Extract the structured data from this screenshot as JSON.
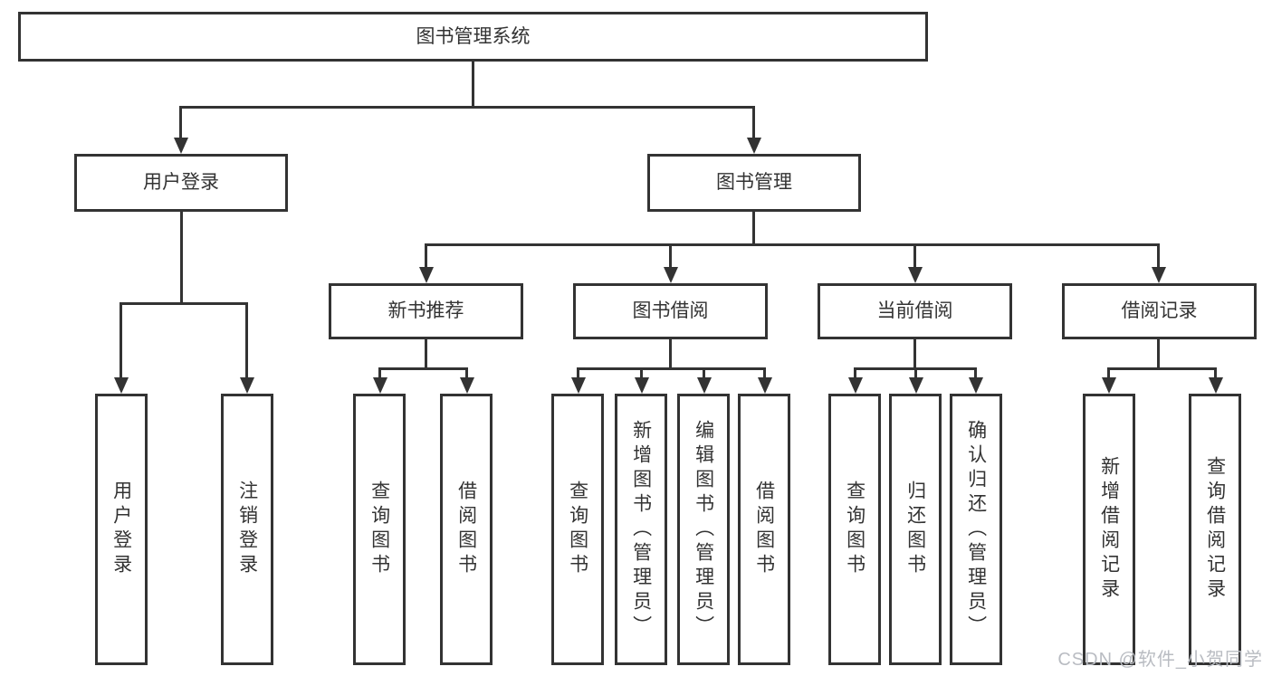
{
  "diagram": {
    "root": {
      "label": "图书管理系统"
    },
    "level2": [
      {
        "label": "用户登录"
      },
      {
        "label": "图书管理"
      }
    ],
    "level3": [
      {
        "label": "新书推荐"
      },
      {
        "label": "图书借阅"
      },
      {
        "label": "当前借阅"
      },
      {
        "label": "借阅记录"
      }
    ],
    "leaves": {
      "user_login": [
        "用户登录",
        "注销登录"
      ],
      "new_book": [
        "查询图书",
        "借阅图书"
      ],
      "book_borrow": [
        "查询图书",
        "新增图书（管理员）",
        "编辑图书（管理员）",
        "借阅图书"
      ],
      "current_borrow": [
        "查询图书",
        "归还图书",
        "确认归还（管理员）"
      ],
      "borrow_records": [
        "新增借阅记录",
        "查询借阅记录"
      ]
    }
  },
  "watermark": {
    "text": "CSDN @软件_小贺同学"
  },
  "colors": {
    "line": "#333333",
    "text": "#333333",
    "watermark": "#b9bcc2",
    "background": "#ffffff"
  }
}
